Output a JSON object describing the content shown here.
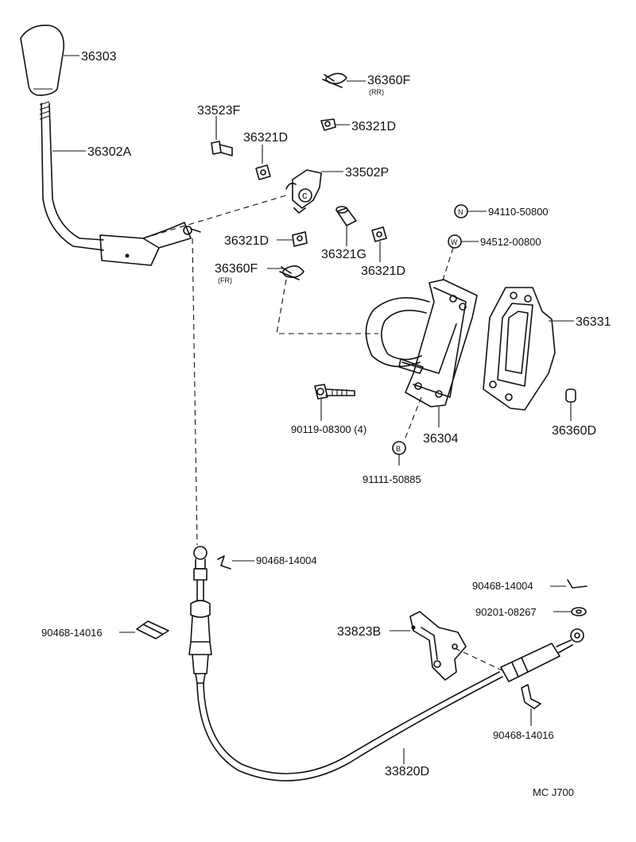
{
  "diagram": {
    "watermark": "MC  J700",
    "callouts": {
      "knob": "36303",
      "lever": "36302A",
      "spring_rr": "36360F",
      "spring_rr_note": "(RR)",
      "spring_fr": "36360F",
      "spring_fr_note": "(FR)",
      "bolt_top": "33523F",
      "bushing_a": "36321D",
      "bushing_b": "36321D",
      "bushing_c": "36321D",
      "bushing_d": "36321D",
      "retainer": "33502P",
      "pin": "36321G",
      "nut_n": "94110-50800",
      "washer_w": "94512-00800",
      "housing": "36331",
      "bracket": "36304",
      "bolt_side": "90119-08300 (4)",
      "cap": "36360D",
      "bolt_b": "91111-50885",
      "clip_top": "90468-14004",
      "clip_left": "90468-14016",
      "clip_right_top": "90468-14004",
      "washer_right": "90201-08267",
      "cable_bracket": "33823B",
      "clip_right_bottom": "90468-14016",
      "cable": "33820D"
    },
    "badges": {
      "nut": "N",
      "washer": "W",
      "bolt": "B"
    }
  }
}
